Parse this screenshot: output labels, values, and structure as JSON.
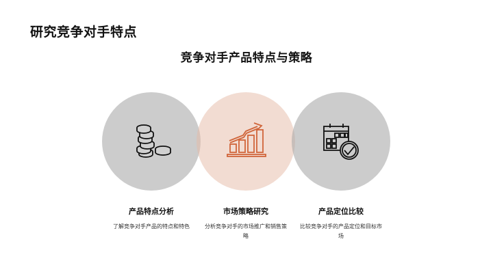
{
  "header": {
    "title": "研究竞争对手特点"
  },
  "section": {
    "subtitle": "竞争对手产品特点与策略"
  },
  "colors": {
    "accent": "#d0653a",
    "gray_circle": "#cbcbcb",
    "peach_circle": "#f3dcd2"
  },
  "cards": [
    {
      "icon": "coins-icon",
      "title": "产品特点分析",
      "description": "了解竞争对手产品的特点和特色"
    },
    {
      "icon": "growth-chart-icon",
      "title": "市场策略研究",
      "description": "分析竞争对手的市场推广和销售策略"
    },
    {
      "icon": "calendar-check-icon",
      "title": "产品定位比较",
      "description": "比较竞争对手的产品定位和目标市场"
    }
  ]
}
